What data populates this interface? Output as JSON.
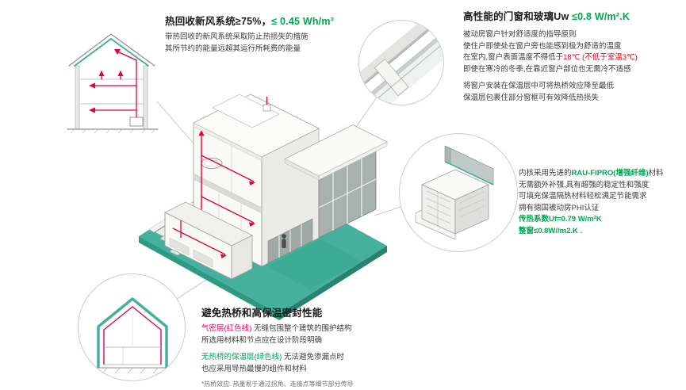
{
  "colors": {
    "green": "#00a651",
    "teal": "#45b19c",
    "red": "#e60012",
    "magenta": "#e5005b",
    "duct-red": "#e3003e",
    "text": "#3c3c3c"
  },
  "hrv": {
    "title_main": "热回收新风系统≥75%，",
    "title_value": "≤ 0.45 Wh/m³",
    "lines": [
      "带热回收的新风系统采取防止热损失的措施",
      "其所节约的能量远超其运行所耗费的能量"
    ]
  },
  "windows": {
    "title_main": "高性能的门窗和玻璃Uw ",
    "title_value": "≤0.8 W/m².K",
    "p1": {
      "l1": "被动房窗户针对舒适度的指导原则",
      "l2": "使住户即使处在窗户旁也能感到极为舒适的温度",
      "l3a": "在室内,窗户表面温度不得低于",
      "l3b": "18℃",
      "l3c": " (不低于室温3℃)",
      "l4": "即使在寒冷的冬季,在靠近窗户部位也无需冷不适感"
    },
    "p2": {
      "l1": "将窗户安装在保温层中可将热桥效应降至最低",
      "l2": "保温层包裹住部分窗框可有效降低热损失"
    }
  },
  "profile": {
    "l1a": "内核采用先进的",
    "l1b": "RAU-FIPRO(增强纤维)",
    "l1c": "材料",
    "l2": "无需额外补强,具有超强的稳定性和强度",
    "l3": "可填充保温隔热材料轻松满足节能需求",
    "l4": "拥有德国被动房PHI认证",
    "l5": "传热系数Uf=0.79 W/m²K",
    "l6": "整窗≤0.8W//m2.K ."
  },
  "thermal": {
    "title": "避免热桥和高保温密封性能",
    "p1a": "气密层(红色线)",
    "p1b": " 无缝包围整个建筑的围护结构",
    "p1c": "所选用材料和节点应在设计阶段明确",
    "p2a": "无热桥的保温层(绿色线)",
    "p2b": " 无法避免渗漏点时",
    "p2c": "也应采用导热最慢的组件和材料",
    "note": "*热桥效应: 热量易于通过拐角、连接点等细节部分传导"
  }
}
